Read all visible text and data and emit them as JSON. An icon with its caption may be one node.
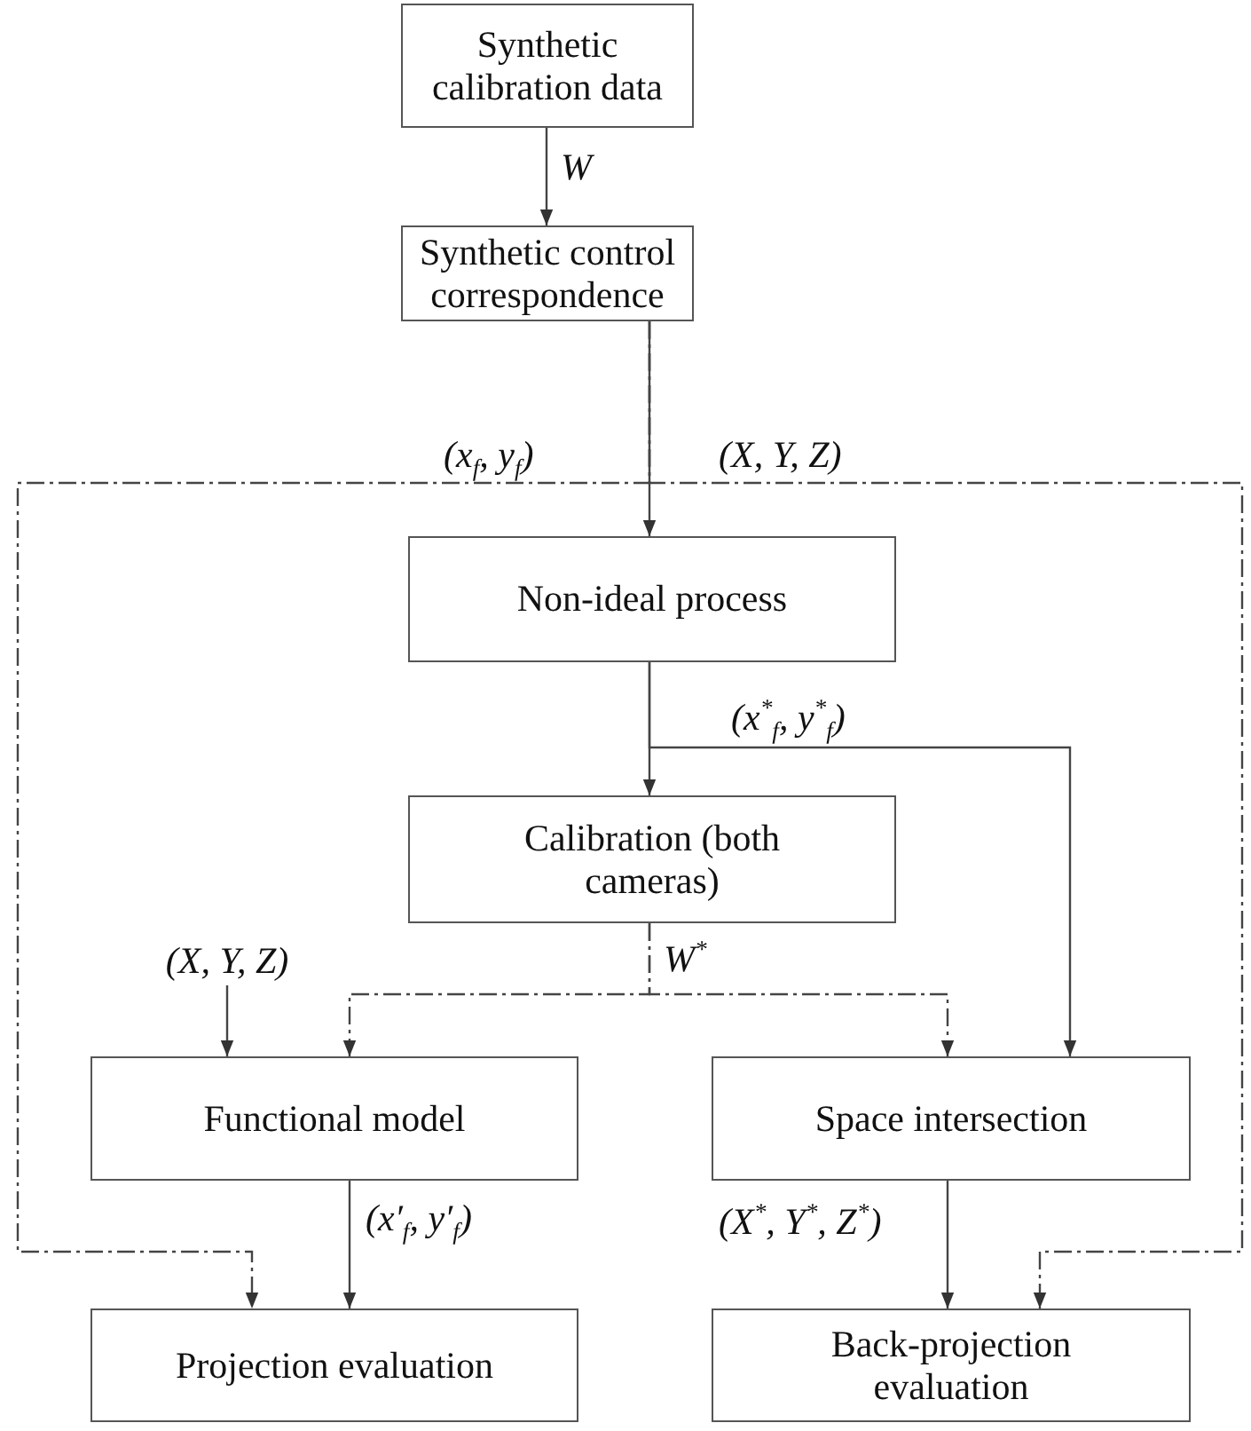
{
  "diagram": {
    "nodes": [
      {
        "text": [
          "Synthetic calibration data"
        ]
      },
      {
        "text": [
          "Synthetic control correspondence"
        ]
      },
      {
        "text": [
          "Non-ideal process"
        ]
      },
      {
        "text": [
          "Calibration (both cameras)"
        ]
      },
      {
        "text": [
          "Functional model"
        ]
      },
      {
        "text": [
          "Space intersection"
        ]
      },
      {
        "text": [
          "Projection evaluation"
        ]
      },
      {
        "text": [
          "Back-projection evaluation"
        ]
      },
      {
        "text": [
          "(X, Y, Z)"
        ]
      }
    ],
    "edges": [
      {
        "from": 0,
        "to": 1,
        "arrow": "to",
        "label": "W"
      },
      {
        "from": 1,
        "to": 2,
        "arrow": "to"
      },
      {
        "from": 1,
        "to": 6,
        "arrow": "to",
        "label": "(x$_{f}$, y$_{f}$)",
        "style": "dashed"
      },
      {
        "from": 1,
        "to": 7,
        "arrow": "to",
        "label": "(X, Y, Z)",
        "style": "dashed"
      },
      {
        "from": 2,
        "to": 3,
        "arrow": "to"
      },
      {
        "from": 2,
        "to": 5,
        "arrow": "to",
        "label": "(x$^{*}$$_{f}$, y$^{*}$$_{f}$)"
      },
      {
        "from": 3,
        "to": 4,
        "arrow": "to",
        "label": "W$^{*}$",
        "style": "dashed"
      },
      {
        "from": 3,
        "to": 5,
        "arrow": "to",
        "style": "dashed"
      },
      {
        "from": 8,
        "to": 4,
        "arrow": "to"
      },
      {
        "from": 4,
        "to": 6,
        "arrow": "to",
        "label": "(x′$_{f}$, y′$_{f}$)"
      },
      {
        "from": 5,
        "to": 7,
        "arrow": "to",
        "label": "(X$^{*}$, Y$^{*}$, Z$^{*}$)"
      }
    ]
  }
}
